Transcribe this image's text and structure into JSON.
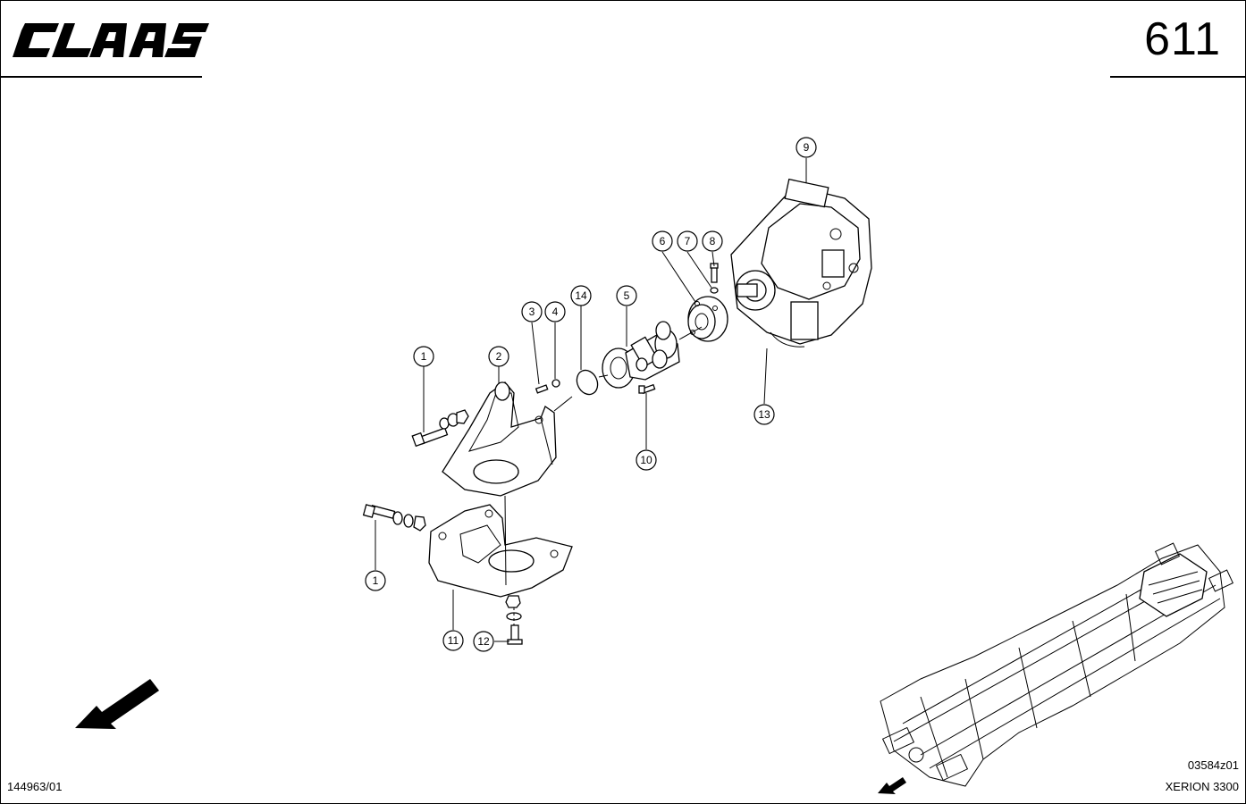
{
  "header": {
    "brand": "CLAAS",
    "page_number": "611"
  },
  "footer": {
    "drawing_id": "144963/01",
    "figure_code": "03584z01",
    "model": "XERION 3300"
  },
  "callouts": [
    "1",
    "2",
    "3",
    "4",
    "14",
    "5",
    "6",
    "7",
    "8",
    "9",
    "10",
    "13",
    "1",
    "11",
    "12"
  ]
}
